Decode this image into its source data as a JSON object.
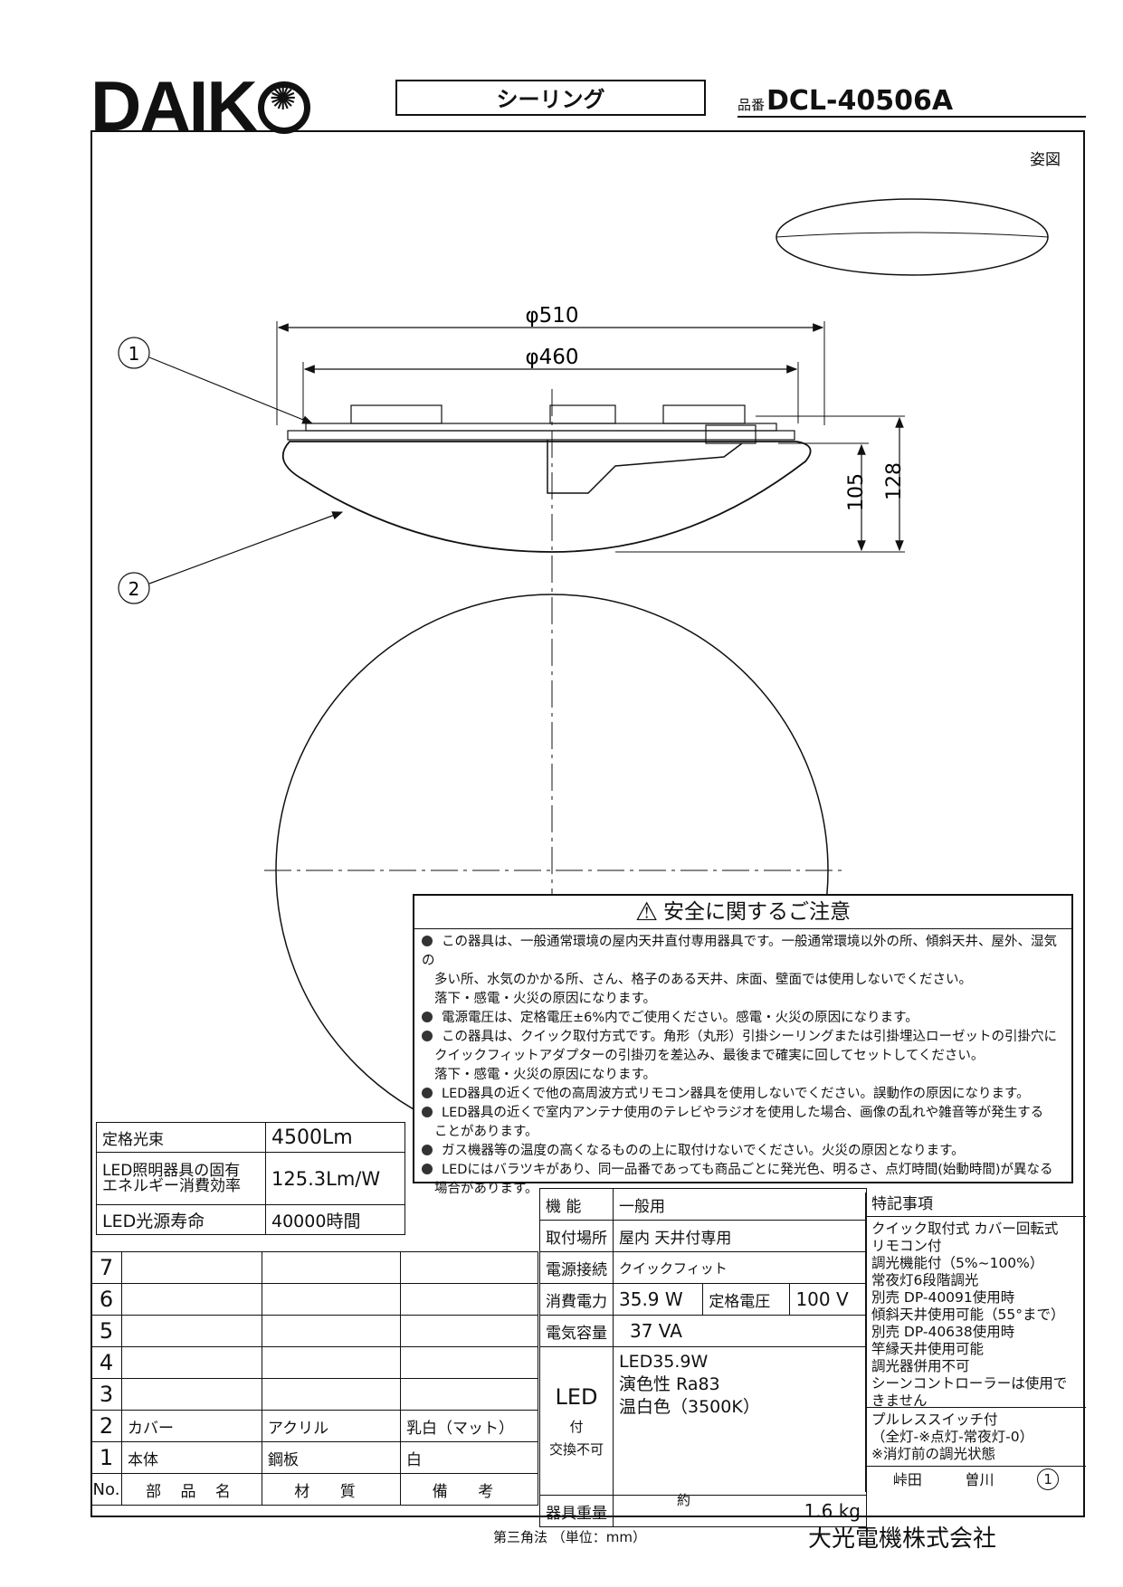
{
  "header": {
    "logo_text": "DAIK",
    "product_type": "シーリング",
    "hinban_label": "品番",
    "hinban": "DCL-40506A"
  },
  "drawing": {
    "view_label": "姿図",
    "dim_d510": "φ510",
    "dim_d460": "φ460",
    "dim_105": "105",
    "dim_128": "128",
    "callout_1": "1",
    "callout_2": "2"
  },
  "caution": {
    "title": "安全に関するご注意",
    "items": [
      {
        "lines": [
          "この器具は、一般通常環境の屋内天井直付専用器具です。一般通常環境以外の所、傾斜天井、屋外、湿気の",
          "多い所、水気のかかる所、さん、格子のある天井、床面、壁面では使用しないでください。",
          "落下・感電・火災の原因になります。"
        ]
      },
      {
        "lines": [
          "電源電圧は、定格電圧±6%内でご使用ください。感電・火災の原因になります。"
        ]
      },
      {
        "lines": [
          "この器具は、クイック取付方式です。角形（丸形）引掛シーリングまたは引掛埋込ローゼットの引掛穴に",
          "クイックフィットアダプターの引掛刃を差込み、最後まで確実に回してセットしてください。",
          "落下・感電・火災の原因になります。"
        ]
      },
      {
        "lines": [
          "LED器具の近くで他の高周波方式リモコン器具を使用しないでください。誤動作の原因になります。"
        ]
      },
      {
        "lines": [
          "LED器具の近くで室内アンテナ使用のテレビやラジオを使用した場合、画像の乱れや雑音等が発生する",
          "ことがあります。"
        ]
      },
      {
        "lines": [
          "ガス機器等の温度の高くなるものの上に取付けないでください。火災の原因となります。"
        ]
      },
      {
        "lines": [
          "LEDにはバラツキがあり、同一品番であっても商品ごとに発光色、明るさ、点灯時間(始動時間)が異なる",
          "場合があります。"
        ]
      }
    ]
  },
  "spec": {
    "rated_flux_label": "定格光束",
    "rated_flux": "4500Lm",
    "efficiency_label_1": "LED照明器具の固有",
    "efficiency_label_2": "エネルギー消費効率",
    "efficiency": "125.3Lm/W",
    "life_label": "LED光源寿命",
    "life": "40000時間"
  },
  "parts": {
    "rows": [
      {
        "no": "7",
        "name": "",
        "material": "",
        "note": ""
      },
      {
        "no": "6",
        "name": "",
        "material": "",
        "note": ""
      },
      {
        "no": "5",
        "name": "",
        "material": "",
        "note": ""
      },
      {
        "no": "4",
        "name": "",
        "material": "",
        "note": ""
      },
      {
        "no": "3",
        "name": "",
        "material": "",
        "note": ""
      },
      {
        "no": "2",
        "name": "カバー",
        "material": "アクリル",
        "note": "乳白（マット）"
      },
      {
        "no": "1",
        "name": "本体",
        "material": "鋼板",
        "note": "白"
      }
    ],
    "header": {
      "no": "No.",
      "name": "部 品 名",
      "material": "材 質",
      "note": "備 考"
    }
  },
  "func": {
    "function_label": "機 能",
    "function": "一般用",
    "mount_label": "取付場所",
    "mount": "屋内 天井付専用",
    "power_conn_label": "電源接続",
    "power_conn": "クイックフィット",
    "consumption_label": "消費電力",
    "consumption": "35.9 W",
    "rated_voltage_label": "定格電圧",
    "rated_voltage": "100 V",
    "capacity_label": "電気容量",
    "capacity": "37 VA",
    "led_label": "LED",
    "led_sub1": "付",
    "led_sub2": "交換不可",
    "led_1": "LED35.9W",
    "led_2": "演色性 Ra83",
    "led_3": "温白色（3500K）",
    "weight_label": "器具重量",
    "weight_approx": "約",
    "weight": "1.6 kg"
  },
  "notes": {
    "title": "特記事項",
    "lines": [
      "クイック取付式 カバー回転式",
      "リモコン付",
      "調光機能付（5%~100%）",
      "常夜灯6段階調光",
      "別売 DP-40091使用時",
      "傾斜天井使用可能（55°まで）",
      "別売 DP-40638使用時",
      "竿縁天井使用可能",
      "調光器併用不可",
      "シーンコントローラーは使用できません"
    ],
    "switch_lines": [
      "プルレススイッチ付",
      "（全灯-※点灯-常夜灯-0）",
      "※消灯前の調光状態"
    ],
    "sign_1": "峠田",
    "sign_2": "曽川",
    "rev": "1"
  },
  "footer": {
    "projection": "第三角法 （単位：mm）",
    "company": "大光電機株式会社"
  }
}
